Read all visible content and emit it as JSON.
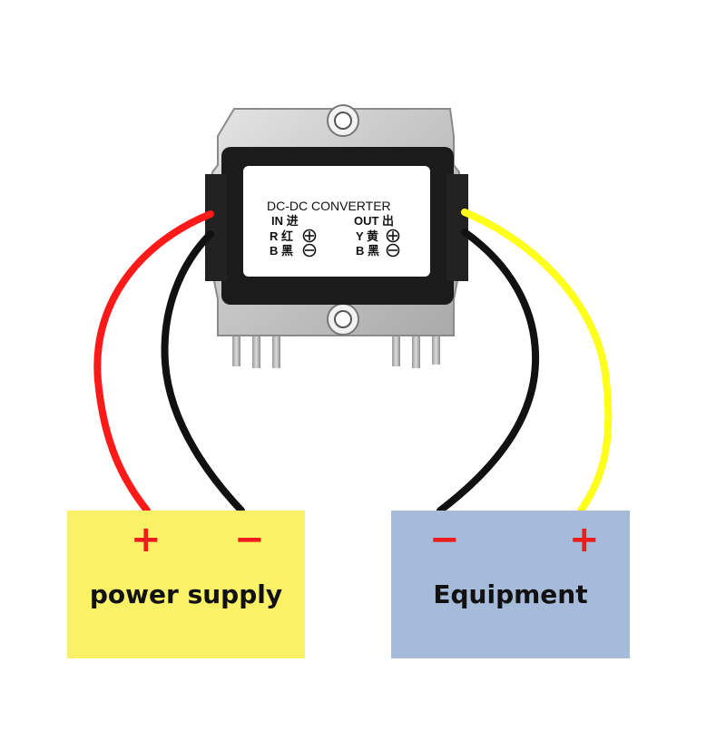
{
  "colors": {
    "red_wire": "#ff1a1a",
    "black_wire": "#111111",
    "yellow_wire": "#ffff1a",
    "supply_box": "#fbf166",
    "equipment_box": "#a6bad9",
    "sign_red": "#ee1c1c",
    "label_text": "#111111"
  },
  "converter": {
    "title": "DC-DC  CONVERTER",
    "input_label": "IN 进",
    "output_label": "OUT 出",
    "in_red": "R 红",
    "in_black": "B 黑",
    "out_yellow": "Y 黄",
    "out_black": "B 黑",
    "plus_symbol": "+",
    "minus_symbol": "−"
  },
  "power_supply": {
    "label": "power supply",
    "plus": "+",
    "minus": "−"
  },
  "equipment": {
    "label": "Equipment",
    "minus": "−",
    "plus": "+"
  }
}
